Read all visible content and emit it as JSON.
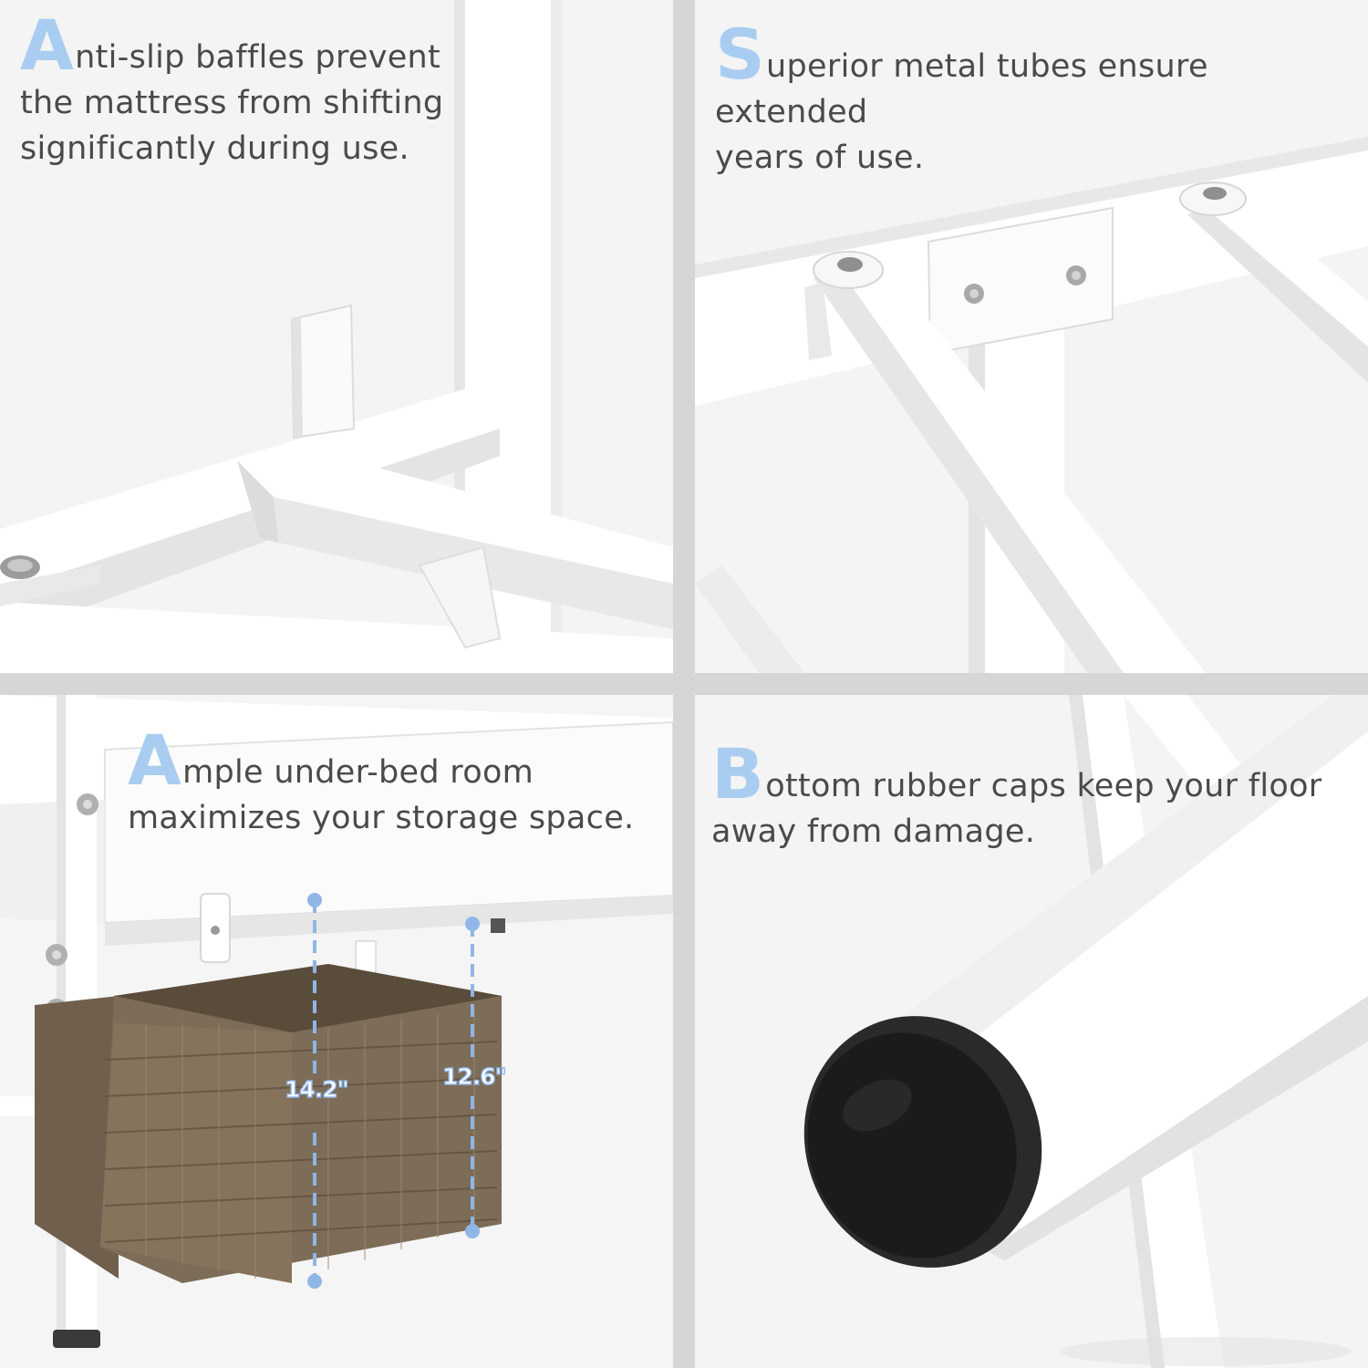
{
  "panels": [
    {
      "id": "anti-slip-baffles",
      "initial": "A",
      "lines": [
        "nti-slip baffles prevent",
        "the mattress from shifting",
        "significantly during use."
      ]
    },
    {
      "id": "metal-tubes",
      "initial": "S",
      "lines": [
        "uperior metal tubes ensure extended",
        "years of use."
      ]
    },
    {
      "id": "under-bed-room",
      "initial": "A",
      "lines": [
        "mple under-bed room",
        "maximizes your storage space."
      ],
      "dimensions": [
        "14.2\"",
        "12.6\""
      ]
    },
    {
      "id": "rubber-caps",
      "initial": "B",
      "lines": [
        "ottom rubber caps keep your floor",
        "away from damage."
      ]
    }
  ],
  "colors": {
    "accent": "#a8cdf0",
    "text": "#4a4a4a",
    "frame": "#ffffff",
    "divider": "#d6d6d6",
    "basket": "#7a6a55",
    "cap": "#1e1e1e"
  }
}
